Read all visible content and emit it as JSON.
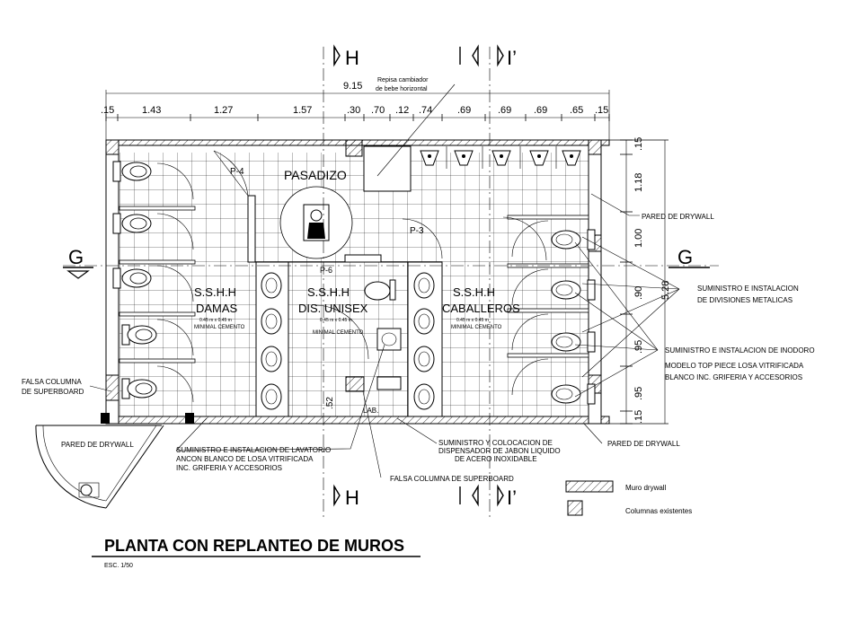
{
  "title": "PLANTA CON REPLANTEO DE MUROS",
  "scale": "ESC. 1/50",
  "section_markers": {
    "h": "H",
    "i": "I’",
    "g": "G"
  },
  "dimensions": {
    "top_total": "9.15",
    "top_segments": [
      ".15",
      "1.43",
      "1.27",
      "1.57",
      ".30",
      ".70",
      ".12",
      ".74",
      ".69",
      ".69",
      ".69",
      ".65",
      ".15"
    ],
    "right_segments": [
      ".15",
      "1.18",
      "1.00",
      ".90",
      ".95",
      ".95",
      ".15"
    ],
    "right_total": "5.28",
    "small_52": ".52"
  },
  "room_labels": {
    "pasadizo": "PASADIZO",
    "damas_1": "S.S.H.H",
    "damas_2": "DAMAS",
    "unisex_1": "S.S.H.H",
    "unisex_2": "DIS. UNISEX",
    "caballeros_1": "S.S.H.H",
    "caballeros_2": "CABALLEROS",
    "floor_note_a": "0.45 m x 0.45 m",
    "floor_note_b": "MINIMAL CEMENTO",
    "p4": "P-4",
    "p3": "P-3",
    "p6": "P-6",
    "lab": "LAB."
  },
  "annotations": {
    "repisa_1": "Repisa cambiador",
    "repisa_2": "de bebe horizontal",
    "pared_drywall_a": "PARED DE DRYWALL",
    "divisiones_1": "SUMINISTRO E INSTALACION",
    "divisiones_2": "DE DIVISIONES METALICAS",
    "inodoro_1": "SUMINISTRO E INSTALACION DE INODORO",
    "inodoro_2": "MODELO TOP PIECE LOSA VITRIFICADA",
    "inodoro_3": "BLANCO INC. GRIFERIA Y ACCESORIOS",
    "falsa_columna_1": "FALSA COLUMNA",
    "falsa_columna_2": "DE SUPERBOARD",
    "pared_drywall_b": "PARED DE DRYWALL",
    "lavatorio_1": "SUMINISTRO E INSTALACION DE LAVATORIO",
    "lavatorio_2": "ANCON BLANCO DE LOSA VITRIFICADA",
    "lavatorio_3": "INC. GRIFERIA Y ACCESORIOS",
    "dispensador_1": "SUMINISTRO Y COLOCACION DE",
    "dispensador_2": "DISPENSADOR DE JABON LIQUIDO",
    "dispensador_3": "DE ACERO INOXIDABLE",
    "pared_drywall_c": "PARED DE DRYWALL",
    "falsa_columna_bottom": "FALSA COLUMNA DE SUPERBOARD"
  },
  "legend": {
    "item1": "Muro drywall",
    "item2": "Columnas existentes"
  }
}
